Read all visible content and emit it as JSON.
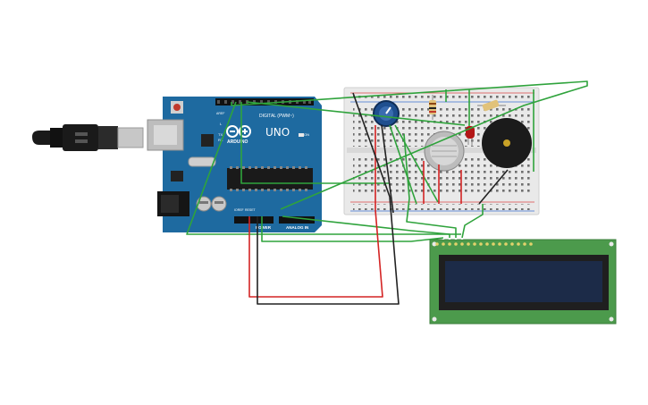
{
  "board": {
    "brand": "ARDUINO",
    "model": "UNO",
    "digital_label": "DIGITAL (PWM~)",
    "power_label": "POWER",
    "analog_label": "ANALOG IN",
    "tx_label": "TX",
    "rx_label": "RX",
    "l_label": "L",
    "on_label": "ON",
    "aref_label": "AREF",
    "ioref_label": "IOREF",
    "reset_label": "RESET"
  },
  "colors": {
    "board_blue": "#1e6aa0",
    "board_dark": "#174f78",
    "breadboard": "#e9e9e9",
    "wire_green": "#2fa33c",
    "wire_red": "#d42424",
    "wire_black": "#222222",
    "lcd_pcb": "#4c9a4c",
    "lcd_screen": "#1c2b48",
    "buzzer": "#1b1b1b",
    "pot": "#1f4f8f"
  },
  "icons": {
    "usb_cable": "usb-cable-icon",
    "potentiometer": "potentiometer-icon",
    "gas_sensor": "gas-sensor-icon",
    "buzzer": "buzzer-icon",
    "led": "red-led-icon",
    "resistor": "resistor-icon",
    "lcd": "lcd-display-icon"
  }
}
